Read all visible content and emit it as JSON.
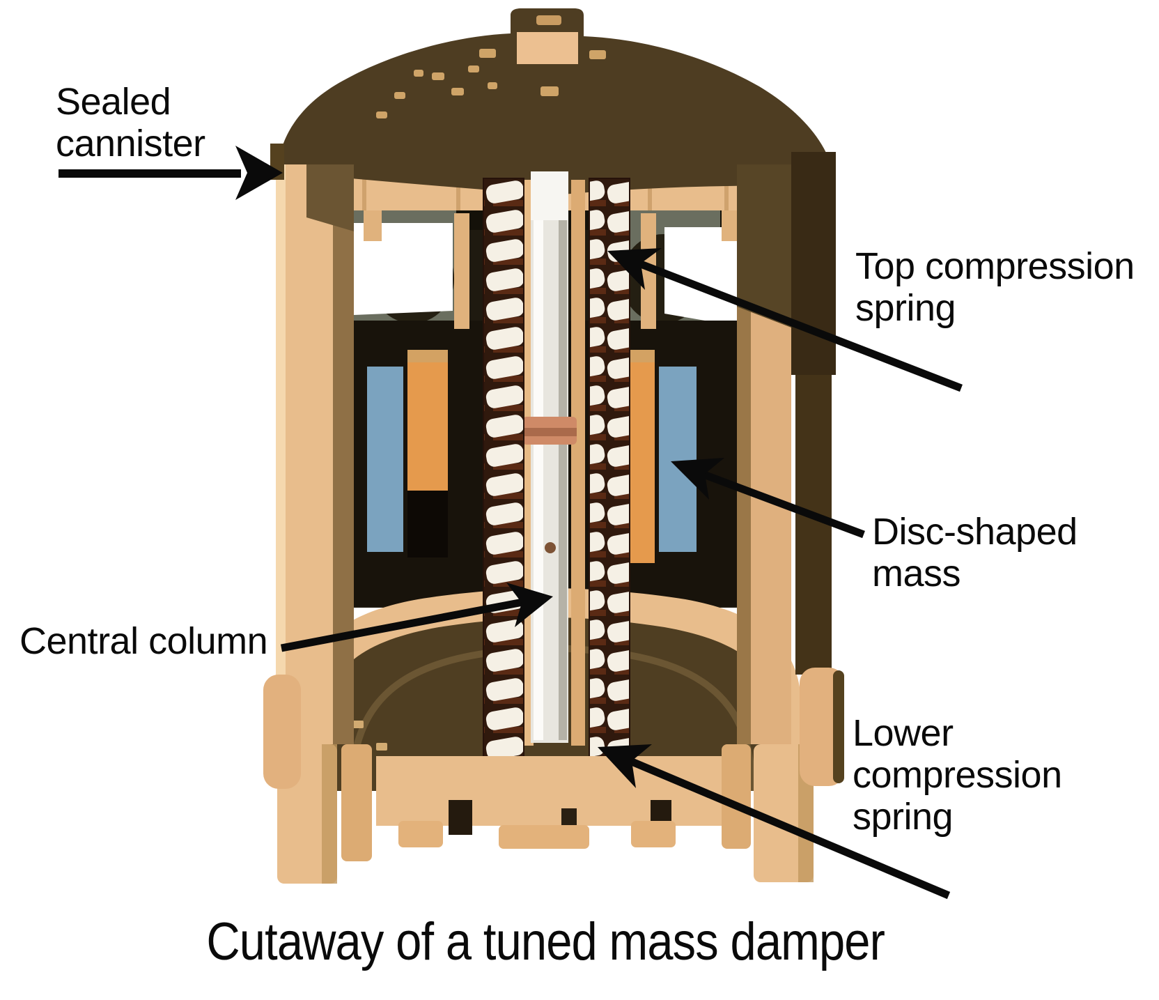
{
  "figure": {
    "caption": "Cutaway of a tuned mass damper",
    "labels": {
      "sealed_cannister": {
        "line1": "Sealed",
        "line2": "cannister"
      },
      "top_spring": {
        "line1": "Top compression",
        "line2": "spring"
      },
      "disc_mass": {
        "line1": "Disc-shaped",
        "line2": "mass"
      },
      "central_column": {
        "line1": "Central column"
      },
      "lower_spring": {
        "line1": "Lower",
        "line2": "compression",
        "line3": "spring"
      }
    },
    "colors": {
      "canister_tan": "#e8bd8c",
      "canister_tan_dark": "#dcab73",
      "dome_brown": "#4e3d22",
      "cavity_dark": "#1f1a10",
      "mass_body_dark": "#18130b",
      "mass_orange": "#e59a4d",
      "mass_blue": "#7ba3bf",
      "spring_coil_white": "#f5f0e5",
      "spring_rod_brown": "#30190d",
      "column_white": "#e8e6df",
      "housing_gray_green": "#6a6e5f",
      "bowl_shadow_brown": "#4f3e22",
      "annotation_black": "#0a0a0a"
    }
  }
}
